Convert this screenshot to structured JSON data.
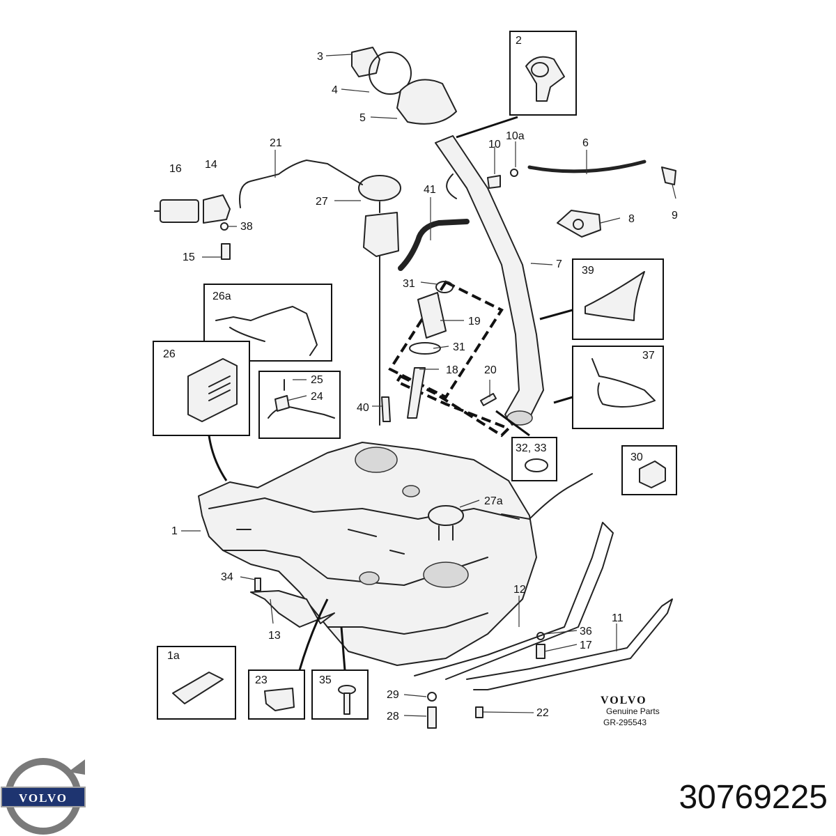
{
  "diagram": {
    "labels": {
      "p1": "1",
      "p1a": "1a",
      "p2": "2",
      "p3": "3",
      "p4": "4",
      "p5": "5",
      "p6": "6",
      "p7": "7",
      "p8": "8",
      "p9": "9",
      "p10": "10",
      "p10a": "10a",
      "p11": "11",
      "p12": "12",
      "p13": "13",
      "p14": "14",
      "p15": "15",
      "p16": "16",
      "p17": "17",
      "p18": "18",
      "p19": "19",
      "p20": "20",
      "p21": "21",
      "p22": "22",
      "p23": "23",
      "p24": "24",
      "p25": "25",
      "p26": "26",
      "p26a": "26a",
      "p27": "27",
      "p27a": "27a",
      "p28": "28",
      "p29": "29",
      "p30": "30",
      "p31a": "31",
      "p31b": "31",
      "p3233": "32, 33",
      "p34": "34",
      "p35": "35",
      "p36": "36",
      "p37": "37",
      "p38": "38",
      "p39": "39",
      "p40": "40",
      "p41": "41"
    },
    "brand_caption": {
      "logo": "VOLVO",
      "line1": "Genuine Parts",
      "line2": "GR-295543"
    }
  },
  "footer": {
    "logo_text": "VOLVO",
    "part_number": "30769225"
  }
}
